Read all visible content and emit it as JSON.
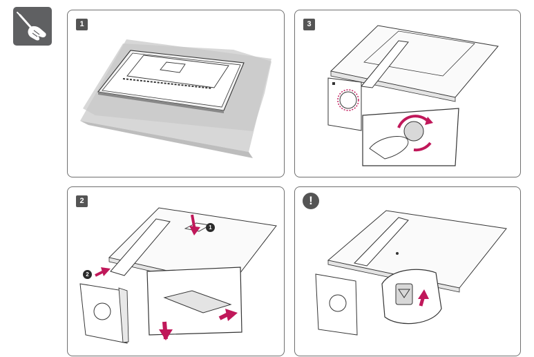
{
  "header": {
    "icon": "screwdriver-hand-icon"
  },
  "steps": [
    {
      "number": "1"
    },
    {
      "number": "3"
    },
    {
      "number": "2",
      "markers": [
        "1",
        "2"
      ]
    },
    {
      "number": "!"
    }
  ],
  "colors": {
    "accent": "#c0185a",
    "badge": "#545454",
    "border": "#6e6e6e",
    "icon_bg": "#5f6062"
  }
}
